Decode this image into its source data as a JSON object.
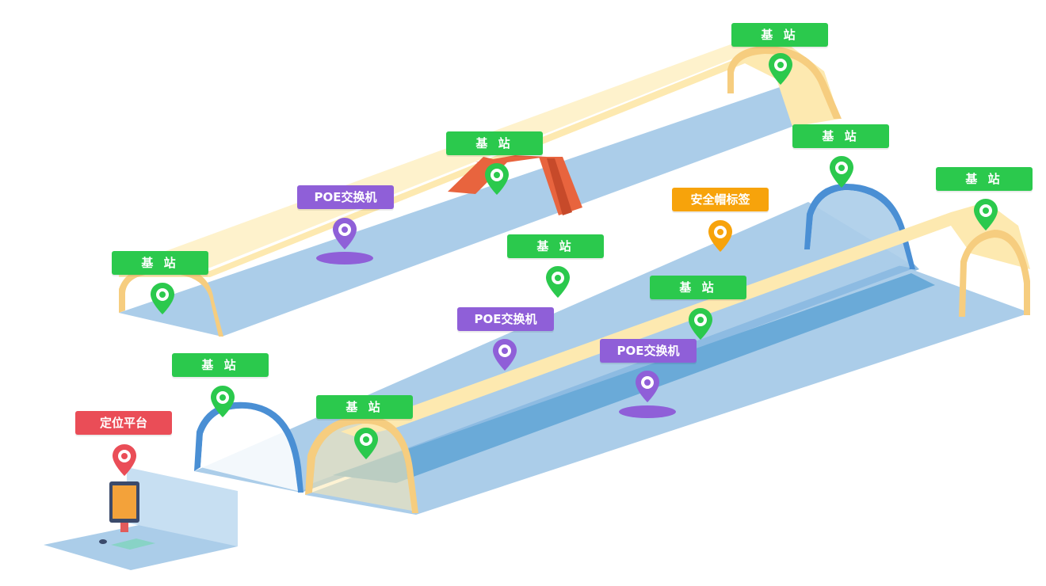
{
  "labels": {
    "base_station": "基 站",
    "poe_switch": "POE交换机",
    "helmet_tag": "安全帽标签",
    "positioning_platform": "定位平台"
  },
  "colors": {
    "base_station": "#2bc94d",
    "poe_switch": "#8f5fd8",
    "helmet_tag": "#f7a30b",
    "positioning_platform": "#ea4d57",
    "tunnel_floor": "#abcde9",
    "tunnel_floor_dark": "#6aaad8",
    "arch_beige": "#fde9b0",
    "arch_edge": "#f6cd7f",
    "arch_blue": "#4a8fd4",
    "bridge": "#e8643e"
  }
}
